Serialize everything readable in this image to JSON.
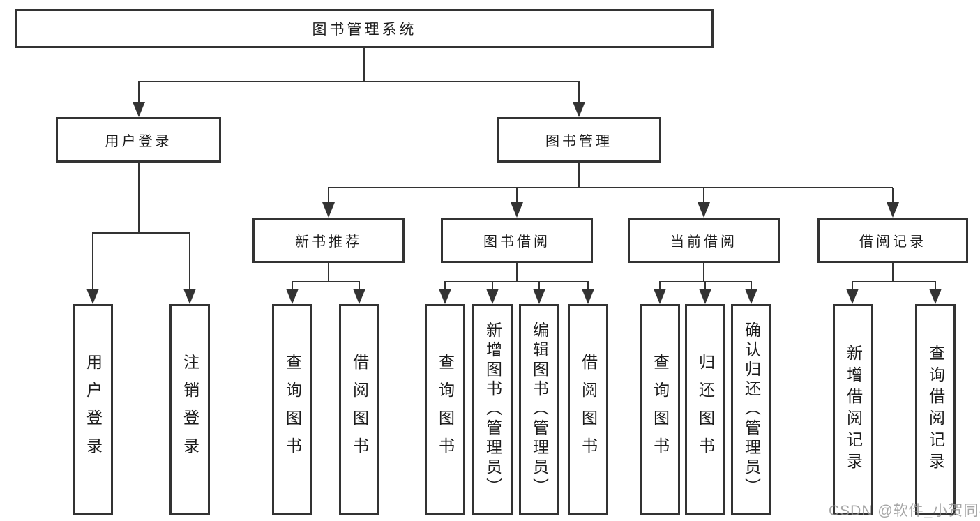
{
  "diagram": {
    "root": {
      "label": "图书管理系统"
    },
    "level2": [
      {
        "label": "用户登录",
        "children": [
          {
            "label": "用户登录"
          },
          {
            "label": "注销登录"
          }
        ]
      },
      {
        "label": "图书管理",
        "children": [
          {
            "label": "新书推荐",
            "children": [
              {
                "label": "查询图书"
              },
              {
                "label": "借阅图书"
              }
            ]
          },
          {
            "label": "图书借阅",
            "children": [
              {
                "label": "查询图书"
              },
              {
                "label": "新增图书（管理员）"
              },
              {
                "label": "编辑图书（管理员）"
              },
              {
                "label": "借阅图书"
              }
            ]
          },
          {
            "label": "当前借阅",
            "children": [
              {
                "label": "查询图书"
              },
              {
                "label": "归还图书"
              },
              {
                "label": "确认归还（管理员）"
              }
            ]
          },
          {
            "label": "借阅记录",
            "children": [
              {
                "label": "新增借阅记录"
              },
              {
                "label": "查询借阅记录"
              }
            ]
          }
        ]
      }
    ]
  },
  "watermark": {
    "text": "CSDN @软件_小贺同学"
  }
}
